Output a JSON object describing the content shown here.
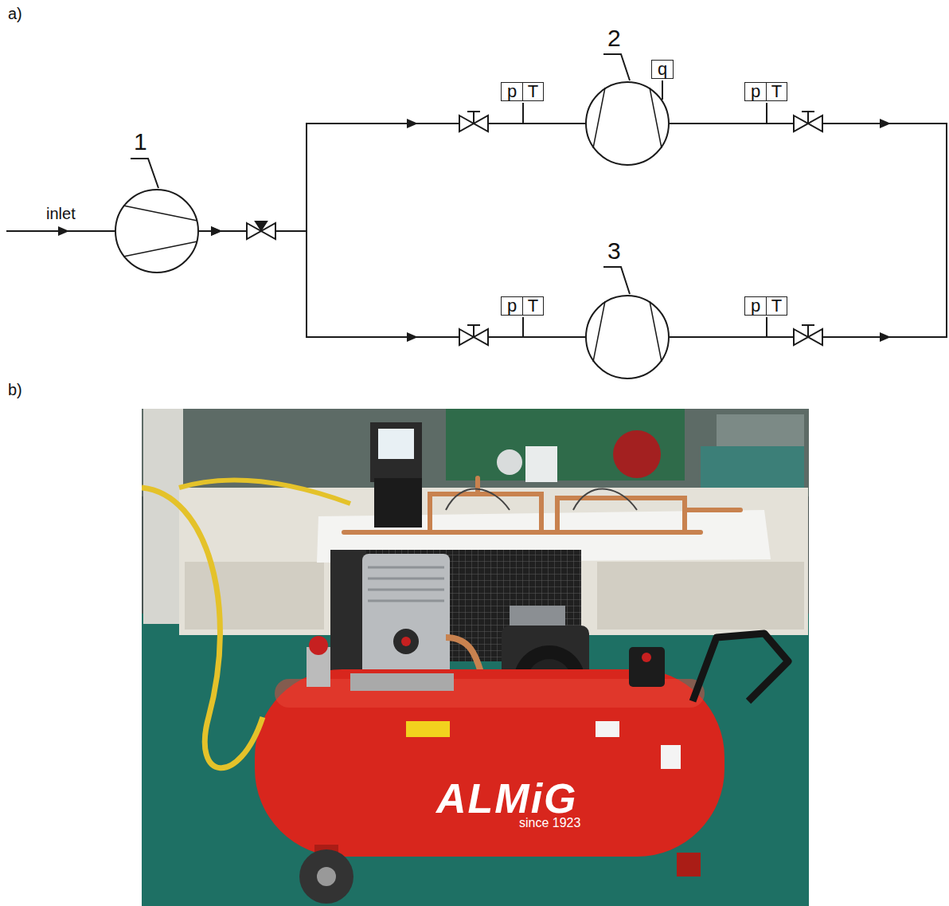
{
  "diagram": {
    "nodes": [
      {
        "text": [
          "1"
        ]
      },
      {
        "text": [
          "2"
        ]
      },
      {
        "text": [
          "q"
        ]
      },
      {
        "text": [
          "p",
          "T"
        ]
      },
      {
        "text": [
          "p",
          "T"
        ]
      },
      {
        "text": [
          "3"
        ]
      },
      {
        "text": [
          "p",
          "T"
        ]
      },
      {
        "text": [
          "p",
          "T"
        ]
      }
    ],
    "edges": [
      {
        "from": 0,
        "to": 1,
        "arrow": "to"
      },
      {
        "from": 0,
        "to": 5,
        "arrow": "to"
      }
    ],
    "labels": [
      "a)",
      "inlet",
      "b)",
      "ALMiG",
      "since 1923"
    ]
  }
}
